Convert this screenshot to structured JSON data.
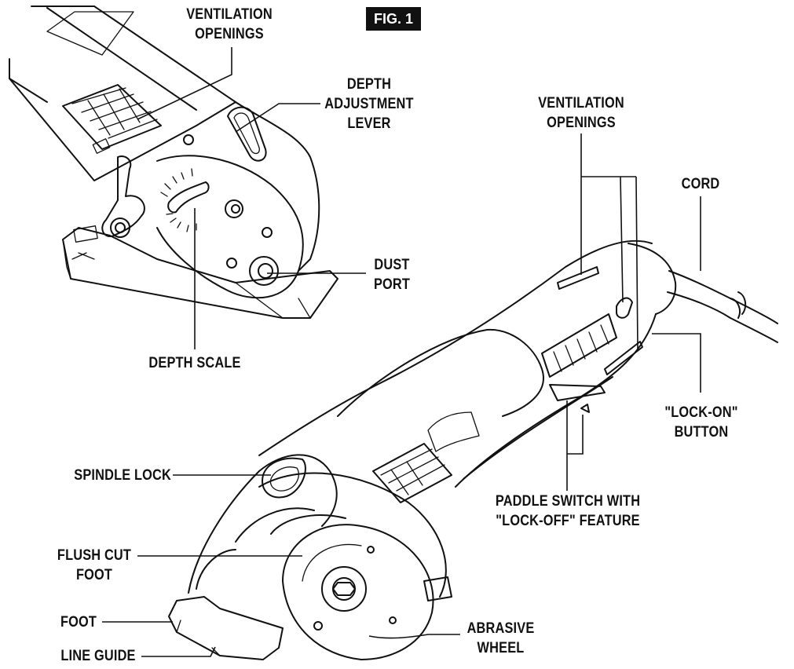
{
  "figure": {
    "badge": "FIG. 1"
  },
  "labels": {
    "vent_top": [
      "VENTILATION",
      "OPENINGS"
    ],
    "depth_lever": [
      "DEPTH",
      "ADJUSTMENT",
      "LEVER"
    ],
    "dust_port": [
      "DUST",
      "PORT"
    ],
    "depth_scale": [
      "DEPTH SCALE"
    ],
    "vent_right": [
      "VENTILATION",
      "OPENINGS"
    ],
    "cord": [
      "CORD"
    ],
    "lock_on": [
      "\"LOCK-ON\"",
      "BUTTON"
    ],
    "paddle": [
      "PADDLE SWITCH WITH",
      "\"LOCK-OFF\" FEATURE"
    ],
    "spindle_lock": [
      "SPINDLE LOCK"
    ],
    "flush_cut": [
      "FLUSH CUT",
      "FOOT"
    ],
    "foot": [
      "FOOT"
    ],
    "line_guide": [
      "LINE GUIDE"
    ],
    "abrasive": [
      "ABRASIVE",
      "WHEEL"
    ]
  }
}
